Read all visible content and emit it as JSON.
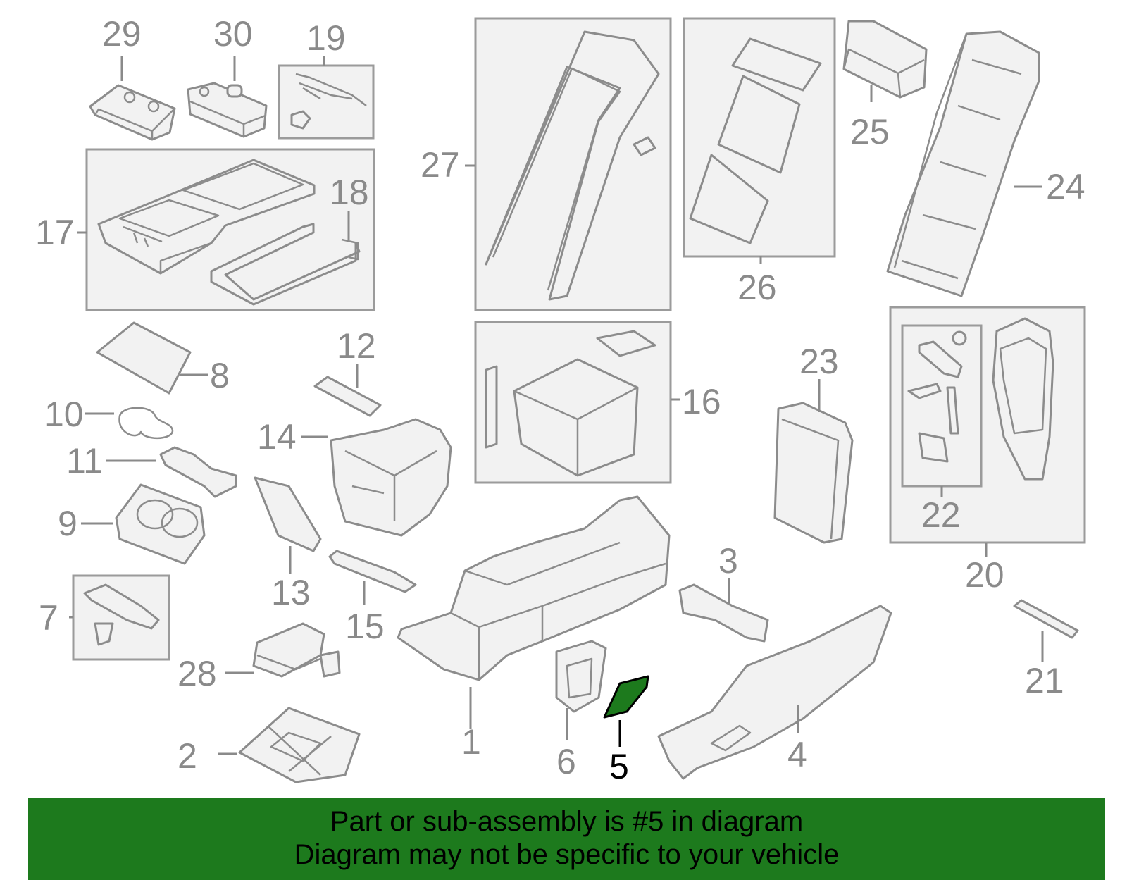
{
  "diagram": {
    "callouts": [
      {
        "id": "1",
        "text": "1"
      },
      {
        "id": "2",
        "text": "2"
      },
      {
        "id": "3",
        "text": "3"
      },
      {
        "id": "4",
        "text": "4"
      },
      {
        "id": "5",
        "text": "5",
        "highlighted": true
      },
      {
        "id": "6",
        "text": "6"
      },
      {
        "id": "7",
        "text": "7"
      },
      {
        "id": "8",
        "text": "8"
      },
      {
        "id": "9",
        "text": "9"
      },
      {
        "id": "10",
        "text": "10"
      },
      {
        "id": "11",
        "text": "11"
      },
      {
        "id": "12",
        "text": "12"
      },
      {
        "id": "13",
        "text": "13"
      },
      {
        "id": "14",
        "text": "14"
      },
      {
        "id": "15",
        "text": "15"
      },
      {
        "id": "16",
        "text": "16"
      },
      {
        "id": "17",
        "text": "17"
      },
      {
        "id": "18",
        "text": "18"
      },
      {
        "id": "19",
        "text": "19"
      },
      {
        "id": "20",
        "text": "20"
      },
      {
        "id": "21",
        "text": "21"
      },
      {
        "id": "22",
        "text": "22"
      },
      {
        "id": "23",
        "text": "23"
      },
      {
        "id": "24",
        "text": "24"
      },
      {
        "id": "25",
        "text": "25"
      },
      {
        "id": "26",
        "text": "26"
      },
      {
        "id": "27",
        "text": "27"
      },
      {
        "id": "28",
        "text": "28"
      },
      {
        "id": "29",
        "text": "29"
      },
      {
        "id": "30",
        "text": "30"
      }
    ],
    "colors": {
      "line": "#8c8c8c",
      "fill": "#f2f2f2",
      "highlight_fill": "#1d7a1d",
      "highlight_label": "#000000"
    }
  },
  "banner": {
    "line1": "Part or sub-assembly is #5 in diagram",
    "line2": "Diagram may not be specific to your vehicle",
    "background": "#1d7a1d"
  }
}
